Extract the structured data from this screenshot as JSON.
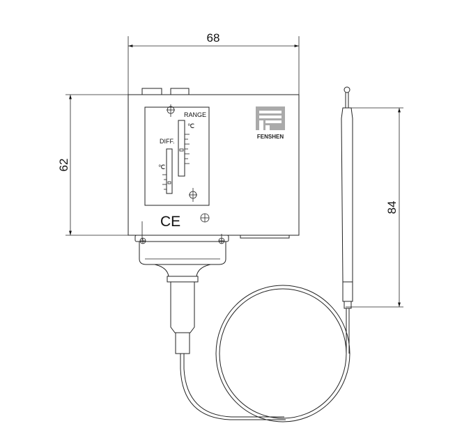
{
  "dimensions": {
    "width_label": "68",
    "height_label": "62",
    "bulb_length_label": "84"
  },
  "labels": {
    "range": "RANGE",
    "diff": "DIFF.",
    "unit_range": "℃",
    "unit_diff": "℃",
    "ce_mark": "CE",
    "brand": "FENSHEN"
  },
  "colors": {
    "line": "#222222",
    "background": "#ffffff"
  }
}
